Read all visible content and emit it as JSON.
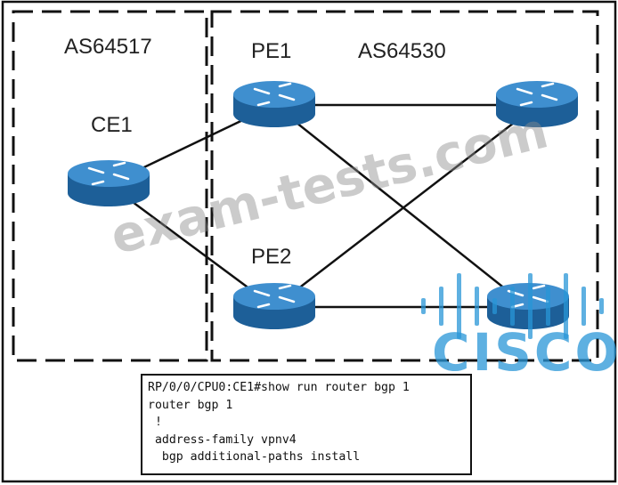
{
  "as_regions": [
    {
      "label": "AS64517"
    },
    {
      "label": "AS64530"
    }
  ],
  "nodes": [
    {
      "id": "CE1",
      "label": "CE1"
    },
    {
      "id": "PE1",
      "label": "PE1"
    },
    {
      "id": "PE2",
      "label": "PE2"
    },
    {
      "id": "R3",
      "label": ""
    },
    {
      "id": "R4",
      "label": ""
    }
  ],
  "links": [
    [
      "CE1",
      "PE1"
    ],
    [
      "CE1",
      "PE2"
    ],
    [
      "PE1",
      "R3"
    ],
    [
      "PE1",
      "R4"
    ],
    [
      "PE2",
      "R3"
    ],
    [
      "PE2",
      "R4"
    ]
  ],
  "cli": {
    "lines": [
      "RP/0/0/CPU0:CE1#show run router bgp 1",
      "router bgp 1",
      " !",
      " address-family vpnv4",
      "  bgp additional-paths install"
    ]
  },
  "watermark": {
    "text": "exam-tests.com"
  },
  "brand": {
    "text": "CISCO"
  },
  "colors": {
    "router_top": "#3f8fcf",
    "router_side": "#1d5f98",
    "link": "#111111",
    "brand": "#2896d7"
  }
}
